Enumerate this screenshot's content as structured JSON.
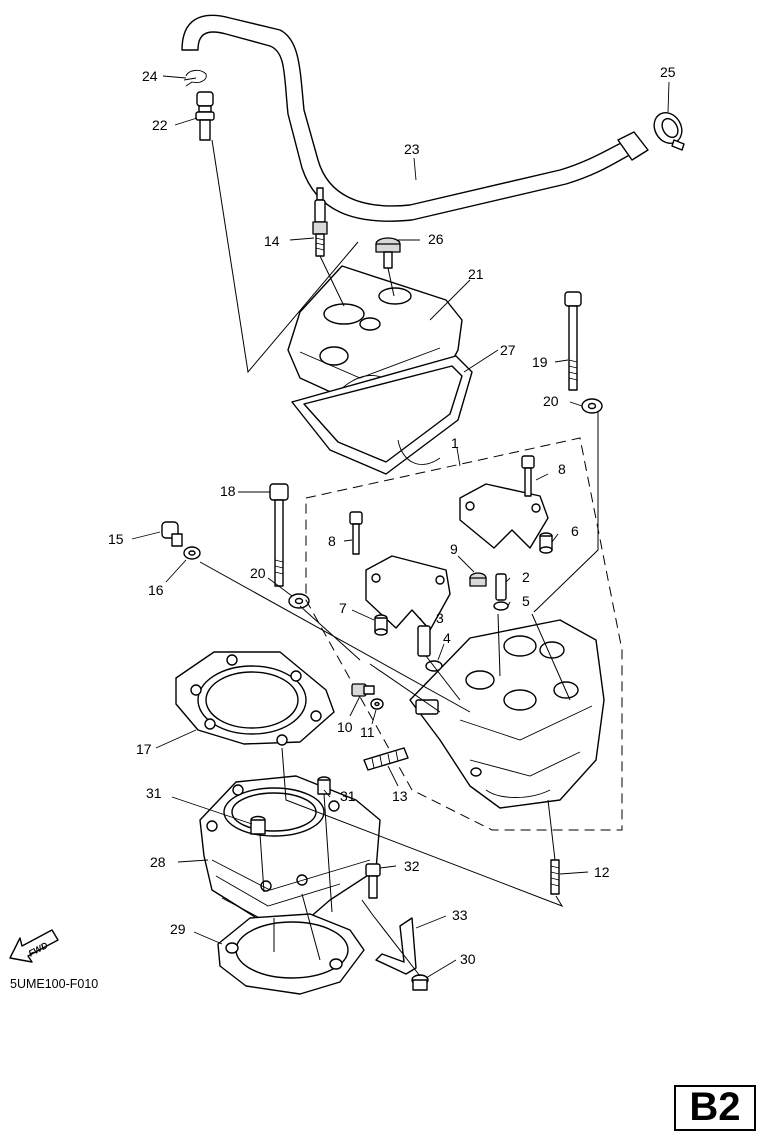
{
  "diagram_code": "5UME100-F010",
  "page_badge": "B2",
  "fwd_label": "FWD",
  "callouts": {
    "c1": "1",
    "c2": "2",
    "c3": "3",
    "c4": "4",
    "c5": "5",
    "c6": "6",
    "c7": "7",
    "c8a": "8",
    "c8b": "8",
    "c9": "9",
    "c10": "10",
    "c11": "11",
    "c12": "12",
    "c13": "13",
    "c14": "14",
    "c15": "15",
    "c16": "16",
    "c17": "17",
    "c18": "18",
    "c19": "19",
    "c20a": "20",
    "c20b": "20",
    "c21": "21",
    "c22": "22",
    "c23": "23",
    "c24": "24",
    "c25": "25",
    "c26": "26",
    "c27": "27",
    "c28": "28",
    "c29": "29",
    "c30": "30",
    "c31a": "31",
    "c31b": "31",
    "c32": "32",
    "c33": "33"
  }
}
